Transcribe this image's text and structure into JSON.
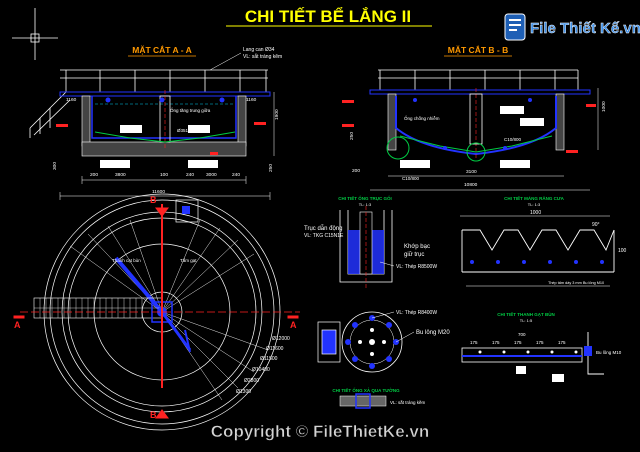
{
  "drawing": {
    "title": "CHI TIẾT BỂ LẮNG  II",
    "watermark_logo": "File Thiết Kế.vn",
    "copyright": "Copyright © FileThietKe.vn"
  },
  "section_aa": {
    "heading": "MẶT CẮT A - A",
    "note_rail": "Lang can Ø34",
    "note_rail_mat": "VL: sắt tráng kẽm",
    "note_pipe": "Ống tăng trung giữa",
    "note_center": "Ø3510",
    "dim_top": "1160",
    "dim_top_right": "1160",
    "dim_total": "11600",
    "dim_1": "200",
    "dim_2": "3800",
    "dim_3": "100",
    "dim_4": "240",
    "dim_5": "3000",
    "dim_6": "240",
    "dim_h": "1900",
    "dim_side": "300",
    "dim_side2": "250"
  },
  "section_bb": {
    "heading": "MẶT CẮT B - B",
    "note_1": "Ống chống nhiễm",
    "note_2": "C10/800",
    "note_3": "C10/800",
    "dim_total": "10800",
    "dim_a": "200",
    "dim_b": "250",
    "dim_c": "1000",
    "dim_d": "3100"
  },
  "plan": {
    "mark_b_top": "B",
    "mark_b_bottom": "B",
    "mark_a_left": "A",
    "mark_a_right": "A",
    "label_1": "Thanh cạt bùn",
    "label_2": "Tấm gạt",
    "dims": [
      "Ø12000",
      "Ø11600",
      "Ø11500",
      "Ø10400",
      "Ø2800",
      "Ø1300"
    ]
  },
  "detail_1": {
    "heading": "CHI TIẾT ỐNG TRỤC GỐI",
    "scale": "TL: 1:3",
    "label_shaft": "Trục dẫn động",
    "label_shaft_mat": "VL: TKG C15N1E",
    "label_bearing": "Khớp bạc",
    "label_bearing2": "giữ trục",
    "label_plate": "VL: Thép R8500W",
    "label_plate2": "VL: Thép R8400W",
    "label_bolt": "Bu lông M20"
  },
  "detail_2": {
    "heading": "CHI TIẾT MÁNG RĂNG CƯA",
    "scale": "TL: 1:3",
    "dim_total": "1000",
    "dim_a": "90°",
    "dim_b": "100",
    "note": "Thép tấm dày 3 mm  Bu lông M10"
  },
  "detail_3": {
    "heading": "CHI TIẾT THANH GẠT BÙN",
    "scale": "TL: 1:5",
    "dims": [
      "175",
      "175",
      "175",
      "175",
      "175"
    ],
    "dim_total": "700",
    "note": "Bu lông M10"
  },
  "detail_4": {
    "heading": "CHI TIẾT ỐNG XẢ QUA TƯỜNG",
    "note": "VL: sắt tráng kẽm"
  },
  "colors": {
    "background": "#000000",
    "title": "#ffff00",
    "heading": "#ff9900",
    "line_white": "#ffffff",
    "line_blue": "#2233ff",
    "line_red": "#ff2222",
    "line_green": "#00cc44",
    "line_cyan": "#00ccee",
    "logo_blue": "#1e5fb5"
  }
}
